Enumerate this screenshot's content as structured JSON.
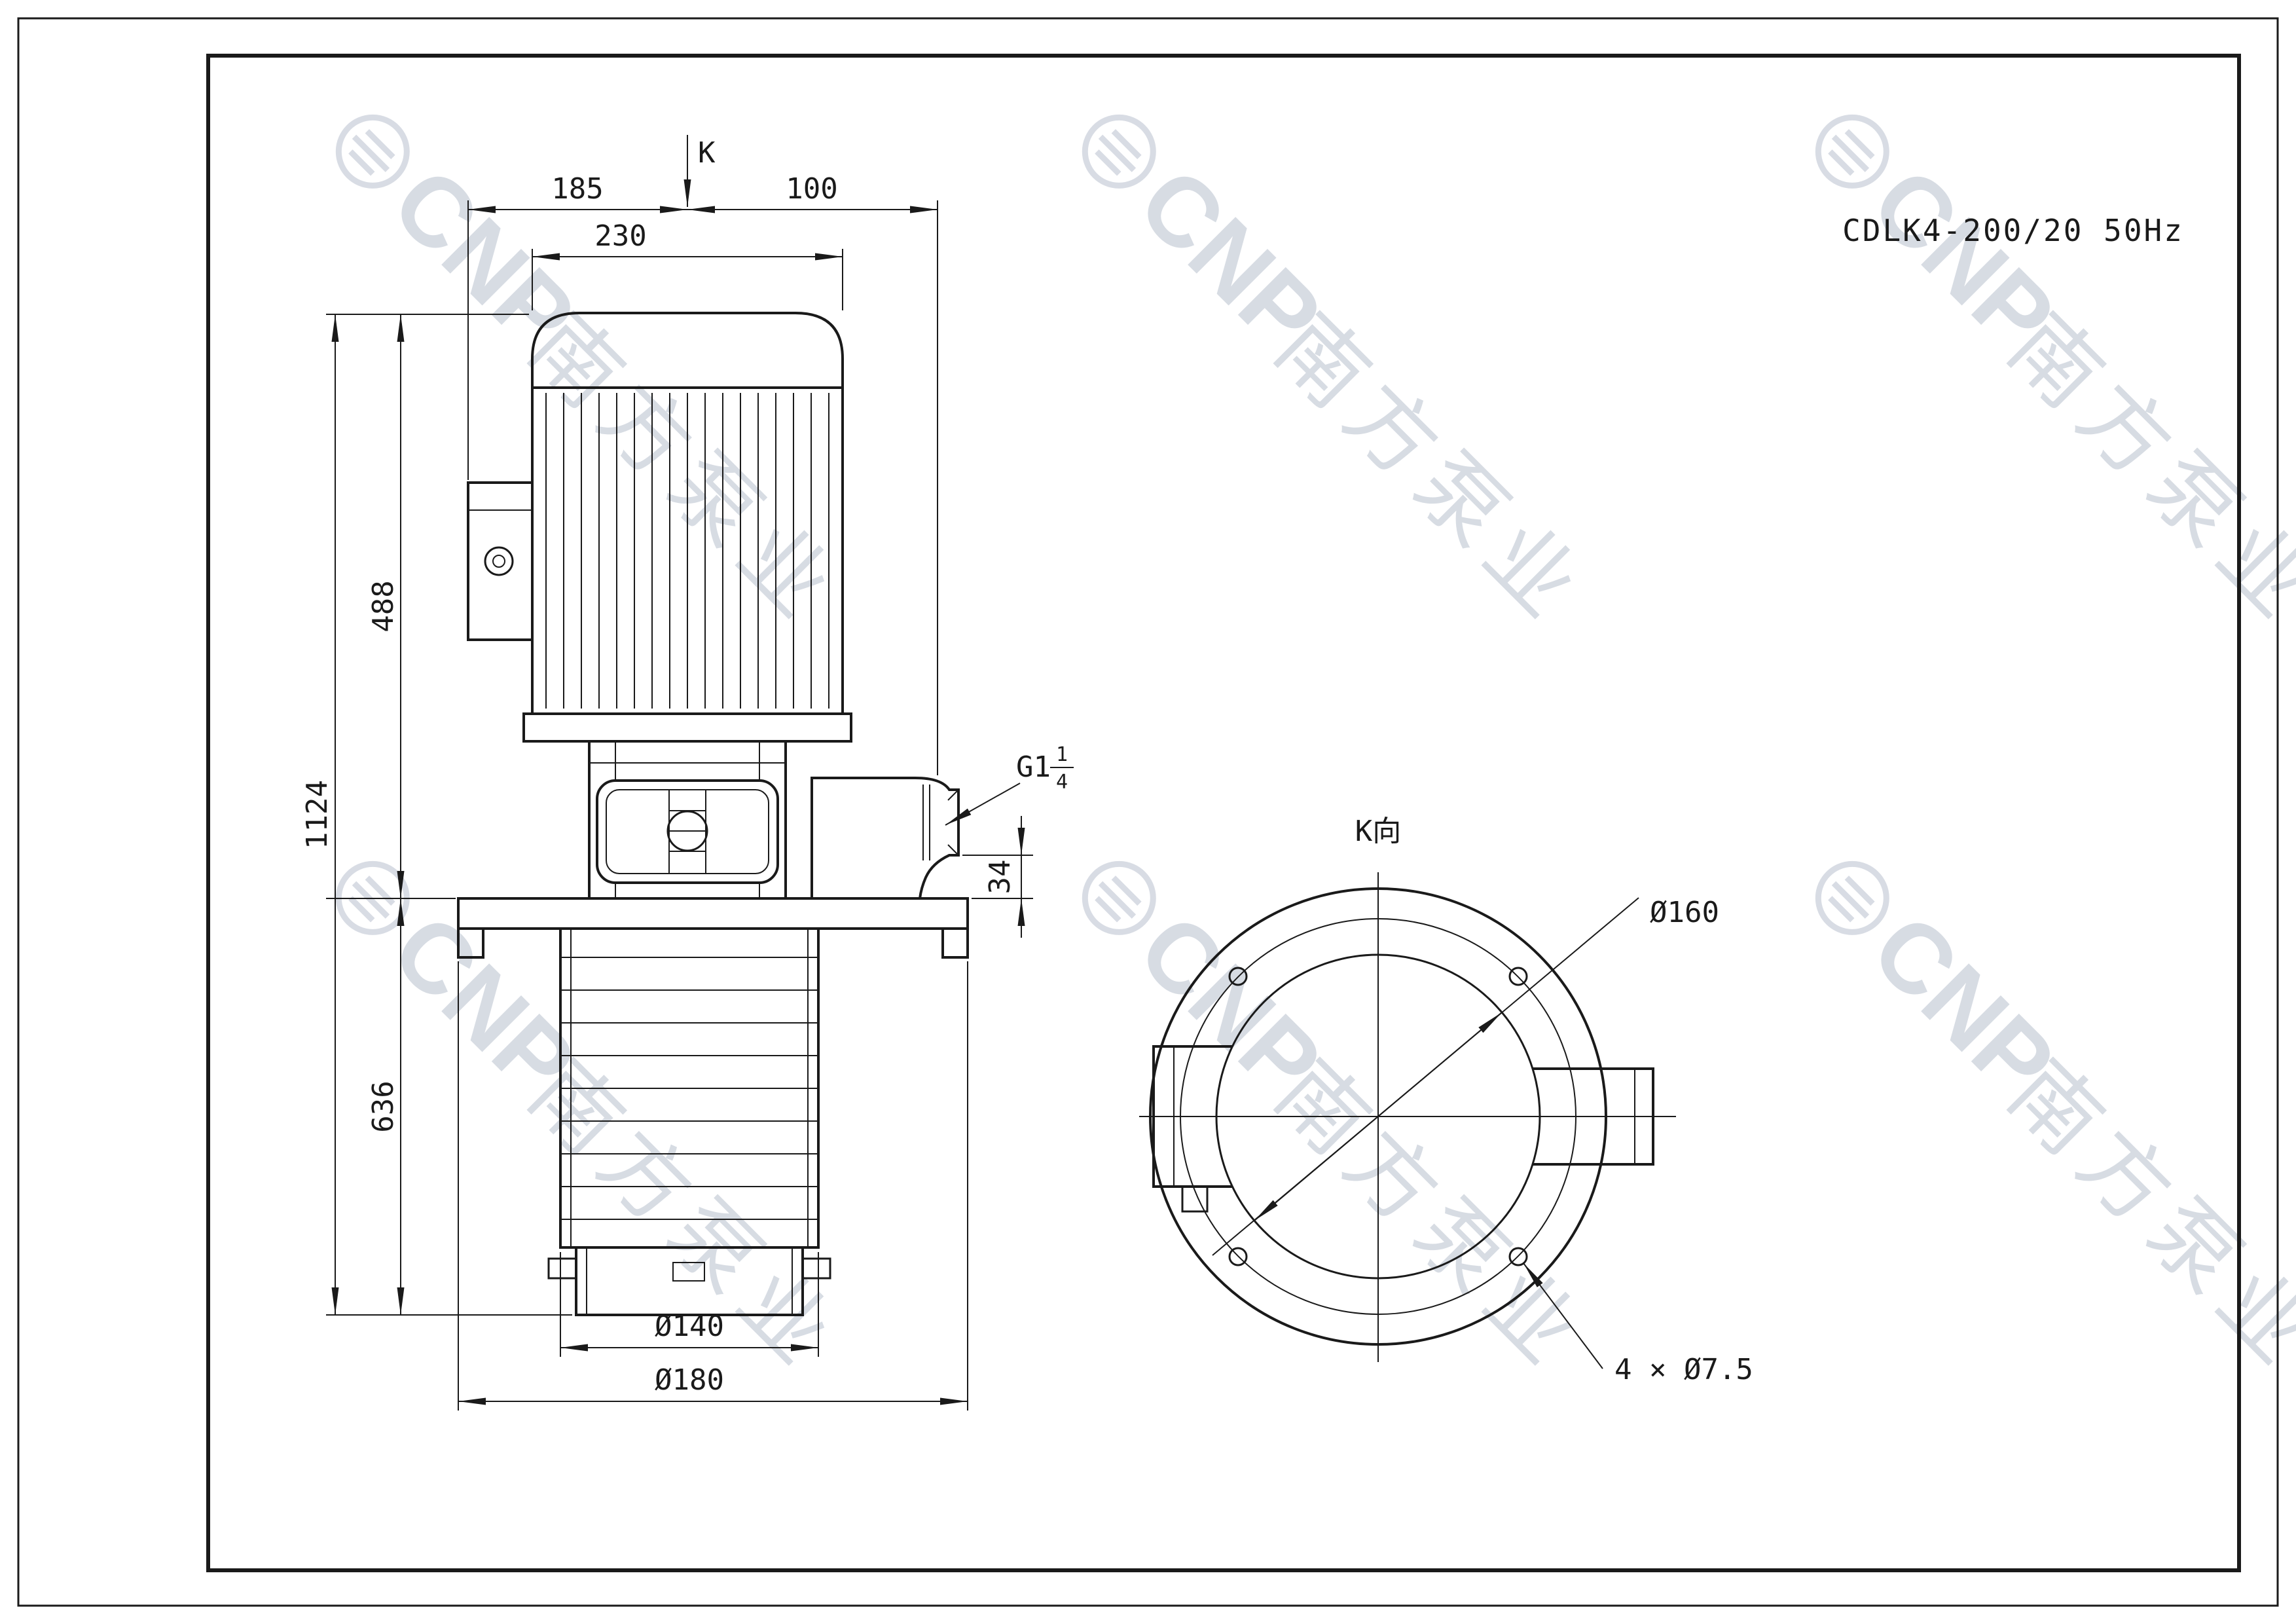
{
  "colors": {
    "line": "#1a1a1a",
    "watermark": "#a8b2c3"
  },
  "title_block": {
    "model": "CDLK4-200/20 50Hz"
  },
  "front_view": {
    "direction_arrow_label": "K",
    "dim_width_left": "185",
    "dim_width_right": "100",
    "dim_motor_width": "230",
    "dim_total_height": "1124",
    "dim_upper_height": "488",
    "dim_lower_height": "636",
    "dim_outlet_offset": "34",
    "dim_barrel_dia": "Ø140",
    "dim_base_dia": "Ø180",
    "outlet_thread_main": "G1",
    "outlet_thread_num": "1",
    "outlet_thread_den": "4"
  },
  "top_view": {
    "view_label": "K向",
    "dim_flange_dia": "Ø160",
    "dim_bolt_holes": "4 × Ø7.5"
  },
  "watermark": {
    "brand": "CNP",
    "company": "南方泵业"
  }
}
